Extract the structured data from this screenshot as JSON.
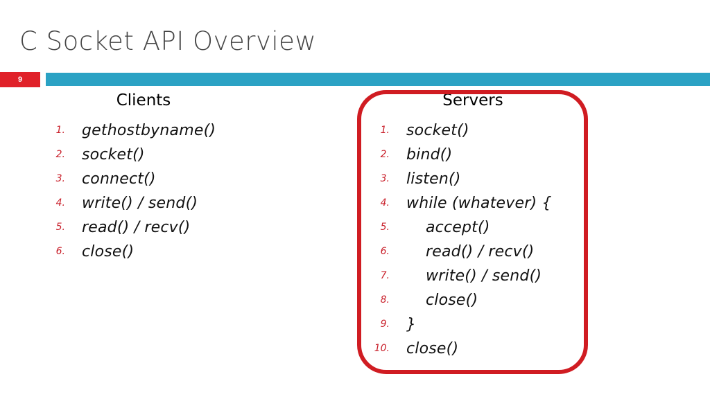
{
  "slide": {
    "title": "C Socket API Overview",
    "number": "9",
    "accent_color": "#2BA2C4",
    "badge_color": "#E02129",
    "highlight_color": "#D01C22",
    "number_color": "#C9202B",
    "title_color": "#464646"
  },
  "columns": [
    {
      "key": "clients",
      "heading": "Clients",
      "items": [
        {
          "num": "1.",
          "text": "gethostbyname()",
          "indent": 0
        },
        {
          "num": "2.",
          "text": "socket()",
          "indent": 0
        },
        {
          "num": "3.",
          "text": "connect()",
          "indent": 0
        },
        {
          "num": "4.",
          "text": "write() / send()",
          "indent": 0
        },
        {
          "num": "5.",
          "text": "read() / recv()",
          "indent": 0
        },
        {
          "num": "6.",
          "text": "close()",
          "indent": 0
        }
      ]
    },
    {
      "key": "servers",
      "heading": "Servers",
      "highlighted": true,
      "items": [
        {
          "num": "1.",
          "text": "socket()",
          "indent": 0
        },
        {
          "num": "2.",
          "text": "bind()",
          "indent": 0
        },
        {
          "num": "3.",
          "text": "listen()",
          "indent": 0
        },
        {
          "num": "4.",
          "text": "while (whatever) {",
          "indent": 0
        },
        {
          "num": "5.",
          "text": "accept()",
          "indent": 1
        },
        {
          "num": "6.",
          "text": "read() / recv()",
          "indent": 1
        },
        {
          "num": "7.",
          "text": "write() / send()",
          "indent": 1
        },
        {
          "num": "8.",
          "text": "close()",
          "indent": 1
        },
        {
          "num": "9.",
          "text": "}",
          "indent": 0
        },
        {
          "num": "10.",
          "text": "close()",
          "indent": 0
        }
      ]
    }
  ]
}
